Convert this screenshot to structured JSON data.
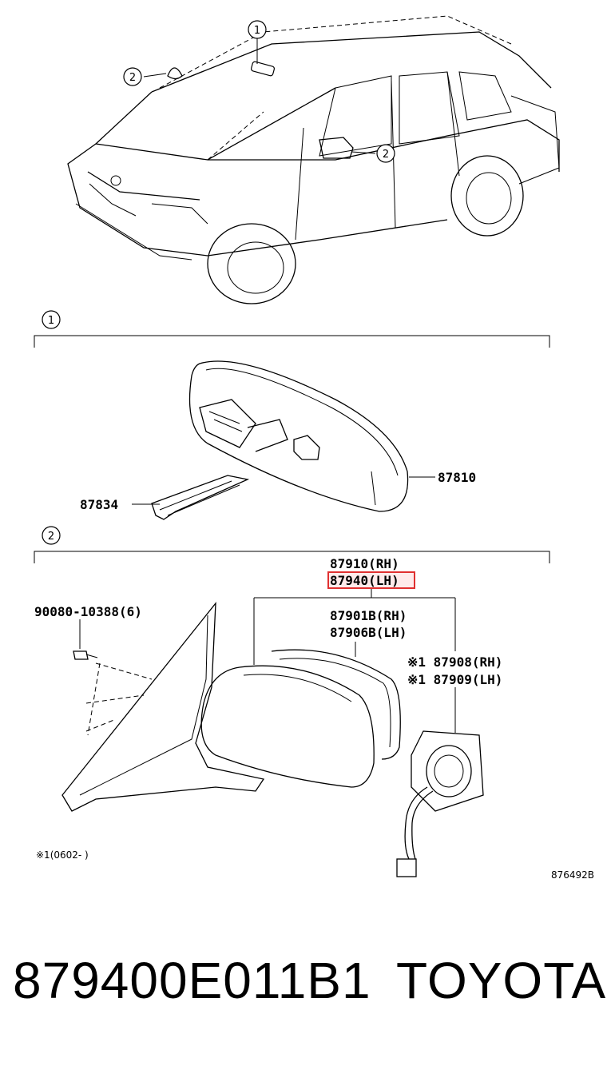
{
  "callouts": {
    "c1_top": "1",
    "c2_top": "2",
    "c2_mirror": "2",
    "section1": "1",
    "section2": "2"
  },
  "section1": {
    "inner_mirror": "87810",
    "bracket": "87834"
  },
  "section2": {
    "bolt": "90080-10388(6)",
    "outer_mirror_rh": "87910(RH)",
    "outer_mirror_lh": "87940(LH)",
    "cover_rh": "87901B(RH)",
    "cover_lh": "87906B(LH)",
    "motor_rh": "※1 87908(RH)",
    "motor_lh": "※1 87909(LH)",
    "footnote": "※1(0602-    )",
    "diagram_code": "876492B"
  },
  "highlight_color": "#e03030",
  "footer": {
    "part_number": "879400E011B1",
    "brand": "TOYOTA"
  }
}
